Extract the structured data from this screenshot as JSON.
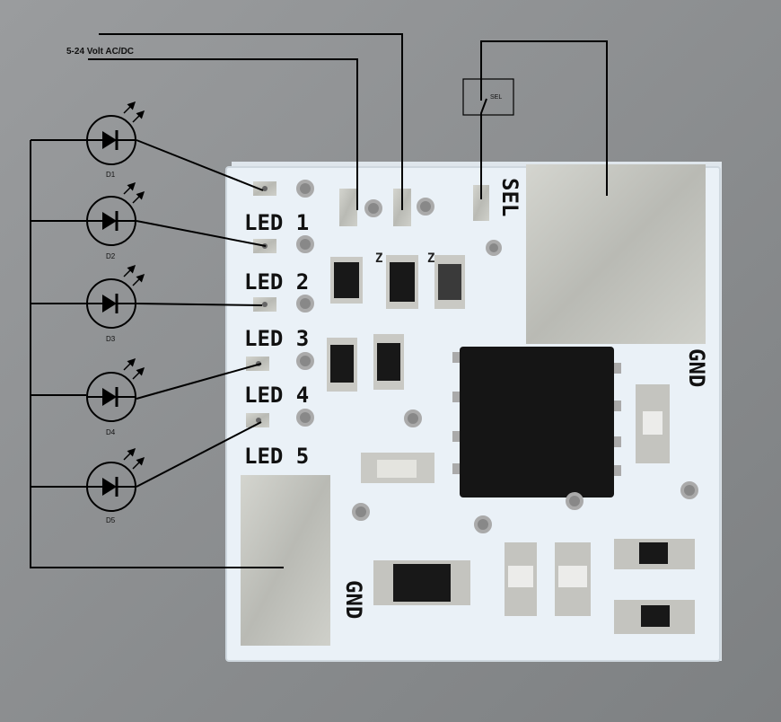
{
  "supply_label": "5-24 Volt AC/DC",
  "switch_label": "SEL",
  "leds": [
    {
      "ref": "D1",
      "silk": "LED 1"
    },
    {
      "ref": "D2",
      "silk": "LED 2"
    },
    {
      "ref": "D3",
      "silk": "LED 3"
    },
    {
      "ref": "D4",
      "silk": "LED 4"
    },
    {
      "ref": "D5",
      "silk": "LED 5"
    }
  ],
  "board": {
    "sel_silk": "SEL",
    "gnd_right": "GND",
    "gnd_bottom": "GND",
    "input_marks": [
      "Z",
      "Z"
    ]
  },
  "colors": {
    "background": "#8f9193",
    "pcb": "#e9f0f6",
    "pad": "#c8c9c4",
    "wire": "#000000",
    "ic": "#151515"
  }
}
